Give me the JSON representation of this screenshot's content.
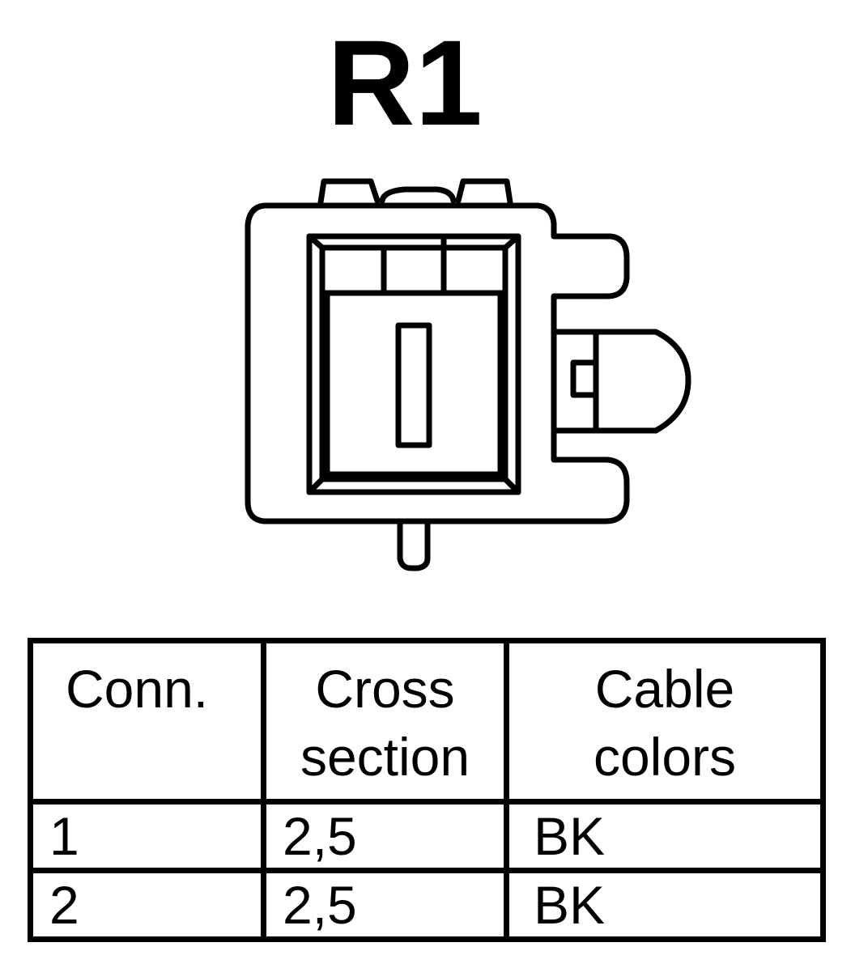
{
  "title": "R1",
  "table": {
    "headers": {
      "conn": "Conn.",
      "cross_line1": "Cross",
      "cross_line2": "section",
      "cable_line1": "Cable",
      "cable_line2": "colors"
    },
    "rows": [
      {
        "conn": "1",
        "cross_section": "2,5",
        "color": "BK"
      },
      {
        "conn": "2",
        "cross_section": "2,5",
        "color": "BK"
      }
    ]
  }
}
